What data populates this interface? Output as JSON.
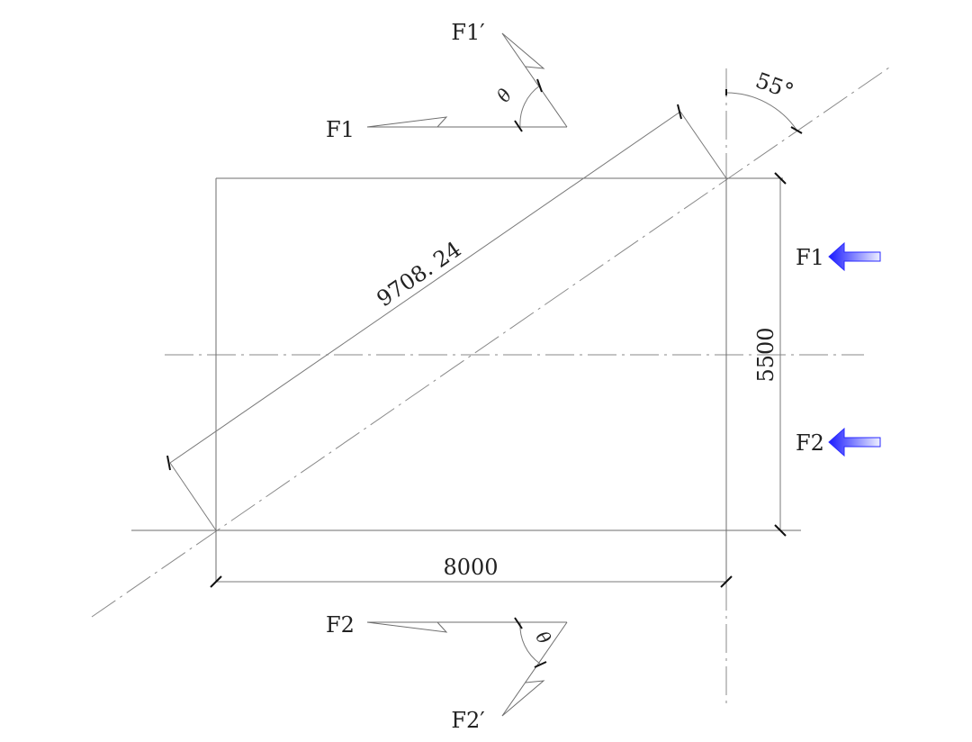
{
  "dimensions": {
    "width": "8000",
    "height": "5500",
    "diagonal": "9708. 24",
    "angle": "55°",
    "theta": "θ"
  },
  "forces": {
    "f1": "F1",
    "f1_prime": "F1′",
    "f2": "F2",
    "f2_prime": "F2′"
  },
  "colors": {
    "arrow_dark": "#1a1aff",
    "arrow_light": "#eef0ff"
  }
}
